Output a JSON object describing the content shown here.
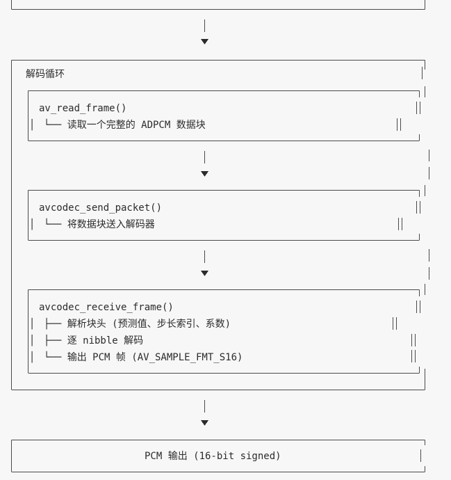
{
  "loop": {
    "title": "解码循环",
    "steps": [
      {
        "function": "av_read_frame()",
        "details": [
          "└── 读取一个完整的 ADPCM 数据块"
        ]
      },
      {
        "function": "avcodec_send_packet()",
        "details": [
          "└── 将数据块送入解码器"
        ]
      },
      {
        "function": "avcodec_receive_frame()",
        "details": [
          "├── 解析块头 (预测值、步长索引、系数)",
          "├── 逐 nibble 解码",
          "└── 输出 PCM 帧 (AV_SAMPLE_FMT_S16)"
        ]
      }
    ]
  },
  "output": {
    "label": "PCM 输出 (16-bit signed)"
  }
}
